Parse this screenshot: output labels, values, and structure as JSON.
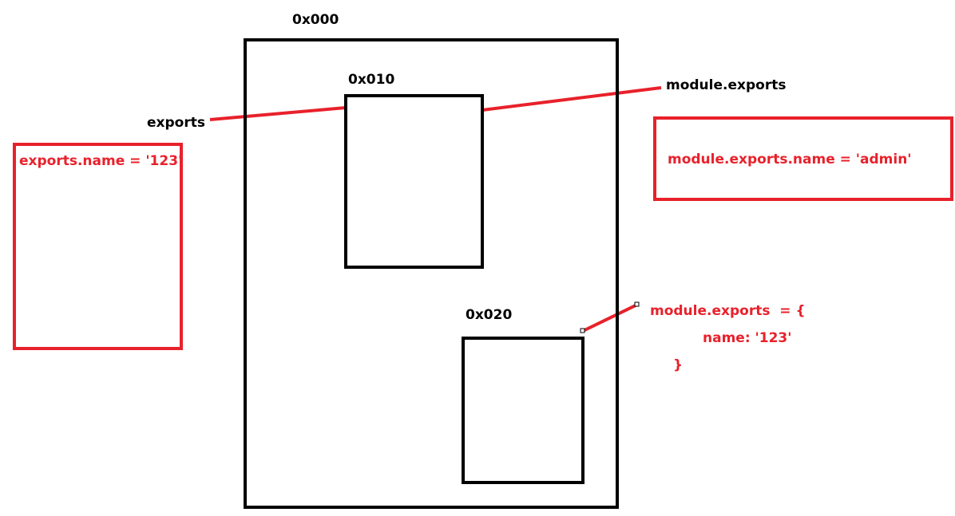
{
  "colors": {
    "accent_red": "#e8212b",
    "outline_black": "#000000",
    "background": "#ffffff"
  },
  "addresses": {
    "outer": "0x000",
    "exports_object": "0x010",
    "new_object": "0x020"
  },
  "references": {
    "exports": "exports",
    "module_exports": "module.exports"
  },
  "code": {
    "left_box": "exports.name = '123'",
    "right_box": "module.exports.name = 'admin'",
    "reassign_line1": "module.exports  = {",
    "reassign_line2": "name: '123'",
    "reassign_line3": "}"
  }
}
